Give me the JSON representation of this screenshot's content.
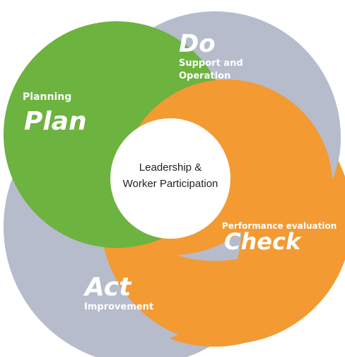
{
  "colors": {
    "plan": "#6db33f",
    "do": "#b6bccb",
    "check": "#f39a33",
    "act": "#b6bccb",
    "center": "#ffffff",
    "label": "#ffffff"
  },
  "center": {
    "line1": "Leadership &",
    "line2": "Worker Participation"
  },
  "plan": {
    "big": "Plan",
    "small": "Planning"
  },
  "do": {
    "big": "Do",
    "small_line1": "Support and",
    "small_line2": "Operation"
  },
  "check": {
    "big": "Check",
    "small": "Performance evaluation"
  },
  "act": {
    "big": "Act",
    "small": "Improvement"
  }
}
